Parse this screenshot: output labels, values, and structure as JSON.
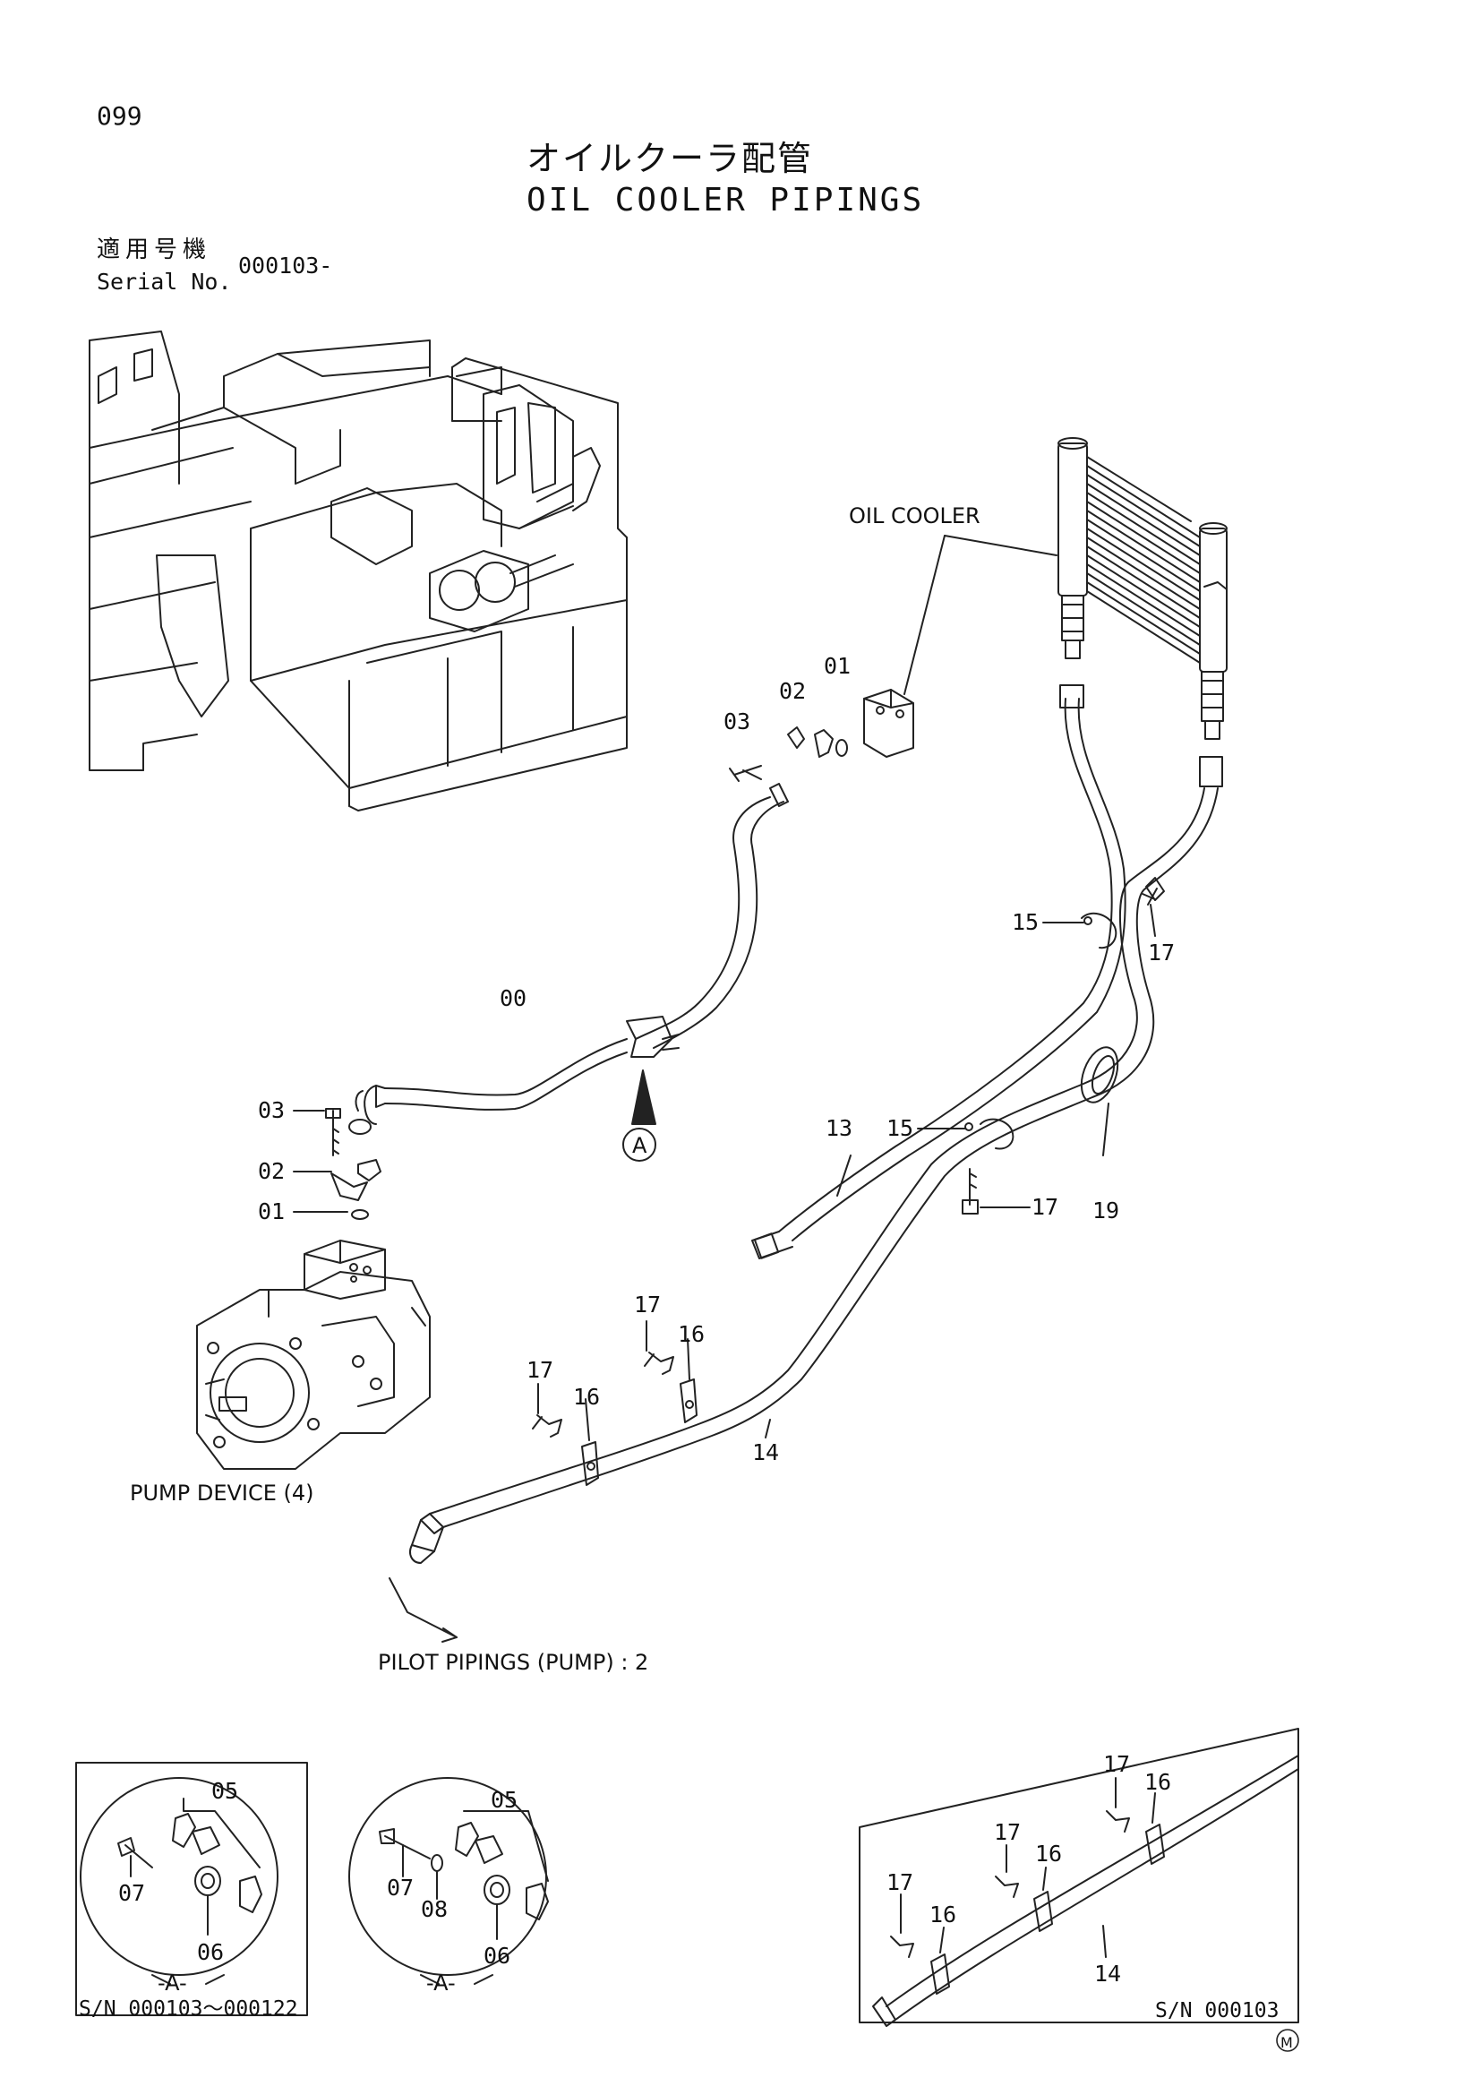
{
  "header": {
    "page_number": "099",
    "title_jp": "オイルクーラ配管",
    "title_en": "OIL COOLER PIPINGS",
    "serial_label_jp": "適用号機",
    "serial_label_en": "Serial No.",
    "serial_value": "000103-"
  },
  "labels": {
    "oil_cooler": "OIL COOLER",
    "pump_device": "PUMP DEVICE (4)",
    "pilot_pipings": "PILOT PIPINGS (PUMP) : 2",
    "view_a": "A",
    "view_a_left": "-A-",
    "view_a_mid": "-A-",
    "sn_left": "S/N  000103～000122",
    "sn_right": "S/N  000103",
    "mark": "M"
  },
  "callouts": {
    "c00": "00",
    "c01_top": "01",
    "c02_top": "02",
    "c03_top": "03",
    "c03_left": "03",
    "c02_left": "02",
    "c01_left": "01",
    "c13": "13",
    "c14_main": "14",
    "c15_upper": "15",
    "c15_lower": "15",
    "c17_upper": "17",
    "c17_mid": "17",
    "c19": "19",
    "c16_a": "16",
    "c16_b": "16",
    "c17_a": "17",
    "c17_b": "17",
    "d1_05": "05",
    "d1_07": "07",
    "d1_06": "06",
    "d2_05": "05",
    "d2_07": "07",
    "d2_08": "08",
    "d2_06": "06",
    "d3_17a": "17",
    "d3_16a": "16",
    "d3_17b": "17",
    "d3_16b": "16",
    "d3_17c": "17",
    "d3_16c": "16",
    "d3_14": "14"
  }
}
